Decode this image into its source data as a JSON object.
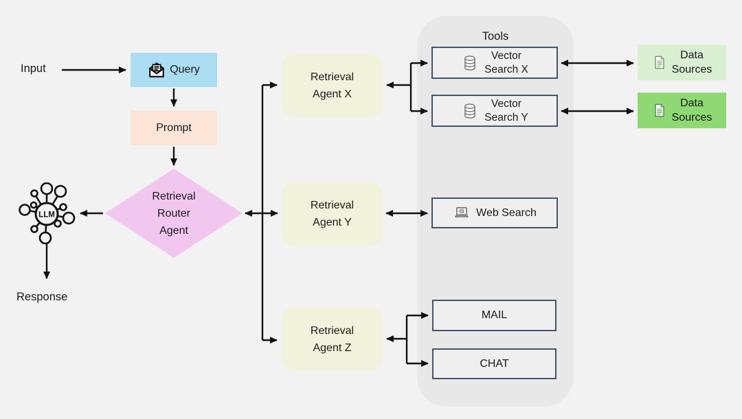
{
  "colors": {
    "background": "#f2f2f2",
    "query": "#aadcf2",
    "prompt": "#fce4d6",
    "router": "#f2c7ef",
    "agent": "#f1f2dc",
    "tools_panel": "#e8e8e9",
    "tool_box_fill": "#efefef",
    "tool_box_border": "#44546a",
    "data_sources_light": "#d9efd2",
    "data_sources_dark": "#8ed973",
    "arrow": "#111111",
    "text": "#1a1a1a"
  },
  "labels": {
    "input": "Input",
    "response": "Response",
    "tools_title": "Tools"
  },
  "nodes": {
    "query": {
      "label": "Query",
      "icon": "open-envelope-icon"
    },
    "prompt": {
      "label": "Prompt"
    },
    "router": {
      "line1": "Retrieval",
      "line2": "Router",
      "line3": "Agent"
    },
    "llm": {
      "label": "LLM",
      "icon": "llm-network-icon"
    },
    "agent_x": {
      "line1": "Retrieval",
      "line2": "Agent X"
    },
    "agent_y": {
      "line1": "Retrieval",
      "line2": "Agent Y"
    },
    "agent_z": {
      "line1": "Retrieval",
      "line2": "Agent Z"
    },
    "vector_search_x": {
      "line1": "Vector",
      "line2": "Search X",
      "icon": "database-icon"
    },
    "vector_search_y": {
      "line1": "Vector",
      "line2": "Search Y",
      "icon": "database-icon"
    },
    "web_search": {
      "label": "Web Search",
      "icon": "laptop-globe-icon"
    },
    "mail": {
      "label": "MAIL"
    },
    "chat": {
      "label": "CHAT"
    },
    "data_sources_x": {
      "line1": "Data",
      "line2": "Sources",
      "icon": "document-icon"
    },
    "data_sources_y": {
      "line1": "Data",
      "line2": "Sources",
      "icon": "document-icon"
    }
  }
}
